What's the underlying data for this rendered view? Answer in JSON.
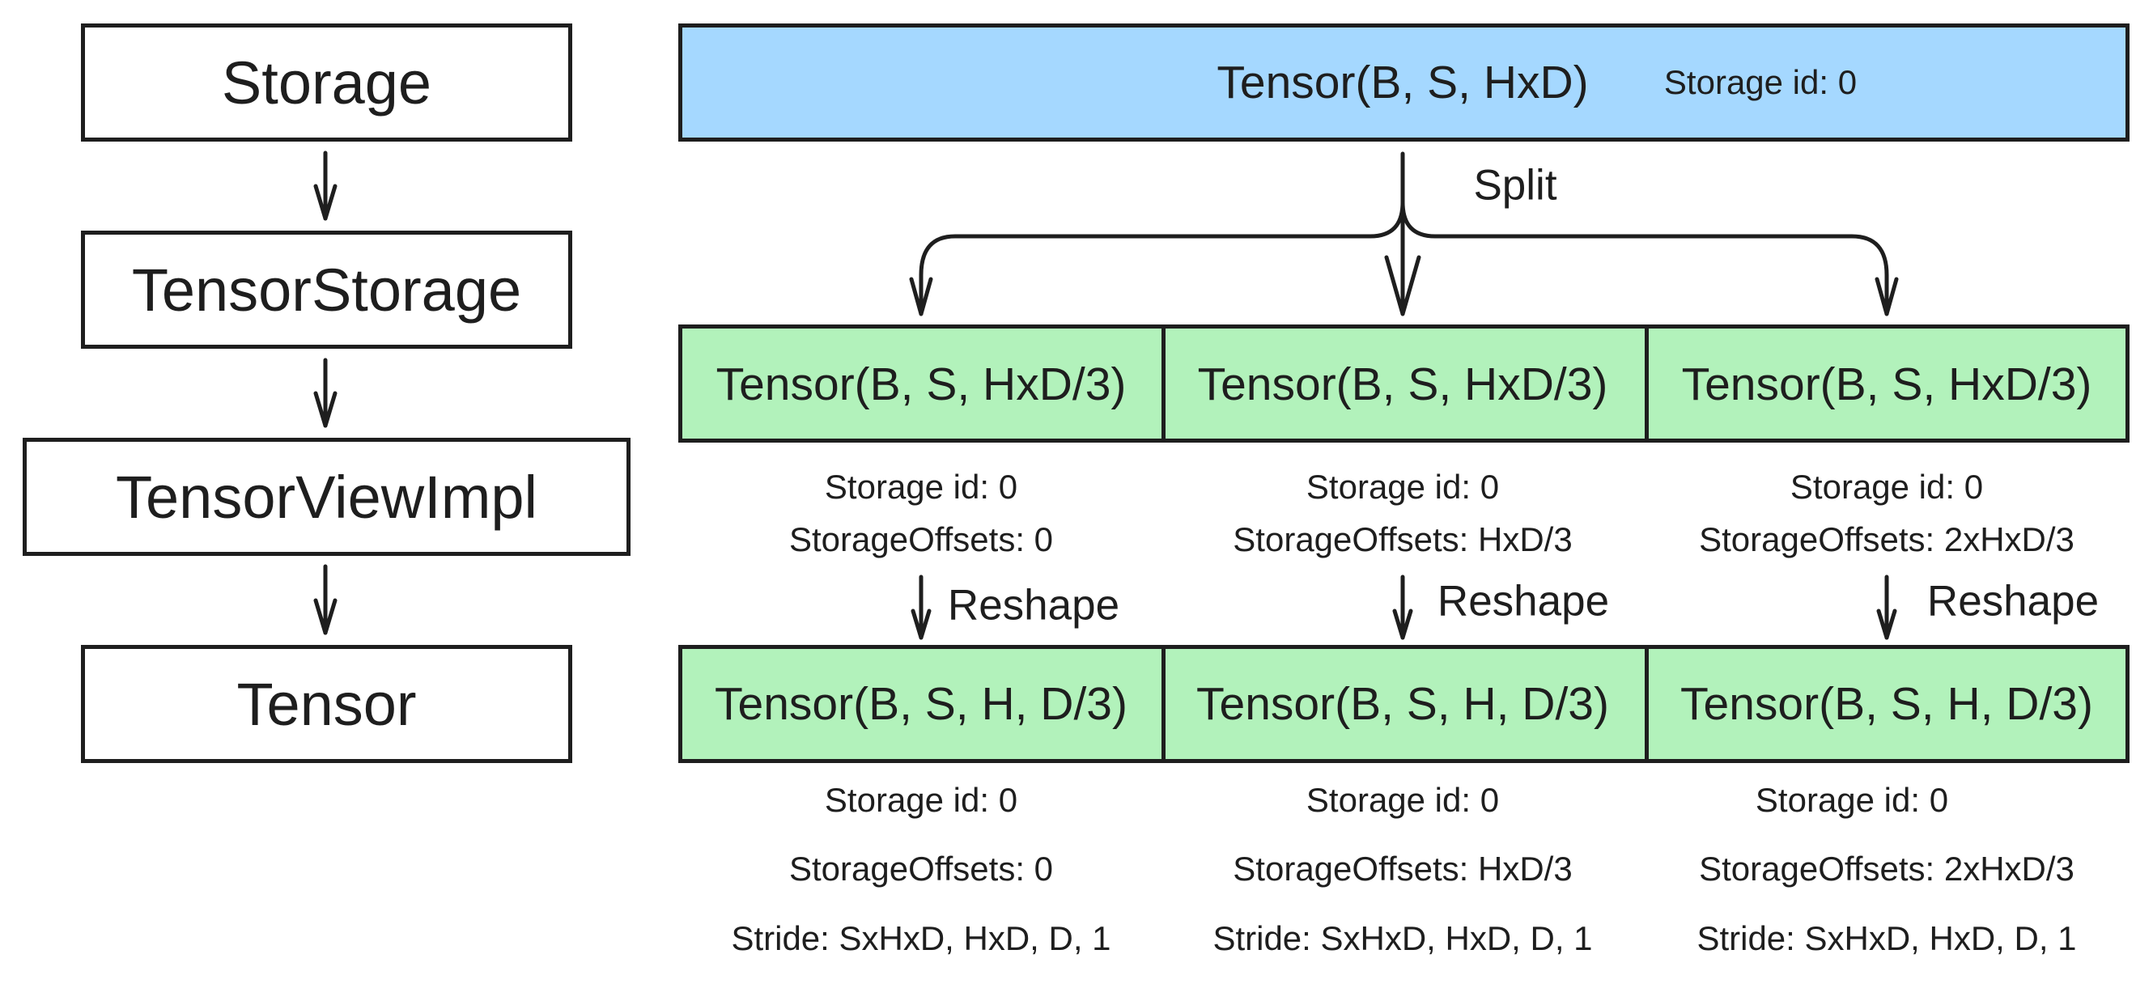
{
  "hierarchy": {
    "items": [
      "Storage",
      "TensorStorage",
      "TensorViewImpl",
      "Tensor"
    ]
  },
  "source": {
    "title": "Tensor(B, S, HxD)",
    "storage_id": "Storage id: 0",
    "fill": "#a5d8ff"
  },
  "split_label": "Split",
  "reshape_label": "Reshape",
  "split_fill": "#b2f2bb",
  "split_tensors": [
    {
      "title": "Tensor(B, S, HxD/3)",
      "storage_id": "Storage id: 0",
      "offset": "StorageOffsets: 0"
    },
    {
      "title": "Tensor(B, S, HxD/3)",
      "storage_id": "Storage id: 0",
      "offset": "StorageOffsets: HxD/3"
    },
    {
      "title": "Tensor(B, S, HxD/3)",
      "storage_id": "Storage id: 0",
      "offset": "StorageOffsets: 2xHxD/3"
    }
  ],
  "reshaped_tensors": [
    {
      "title": "Tensor(B, S, H, D/3)",
      "storage_id": "Storage id: 0",
      "offset": "StorageOffsets: 0",
      "stride": "Stride: SxHxD, HxD, D, 1"
    },
    {
      "title": "Tensor(B, S, H, D/3)",
      "storage_id": "Storage id: 0",
      "offset": "StorageOffsets: HxD/3",
      "stride": "Stride: SxHxD, HxD, D, 1"
    },
    {
      "title": "Tensor(B, S, H, D/3)",
      "storage_id": "Storage id: 0",
      "offset": "StorageOffsets: 2xHxD/3",
      "stride": "Stride: SxHxD, HxD, D, 1"
    }
  ]
}
